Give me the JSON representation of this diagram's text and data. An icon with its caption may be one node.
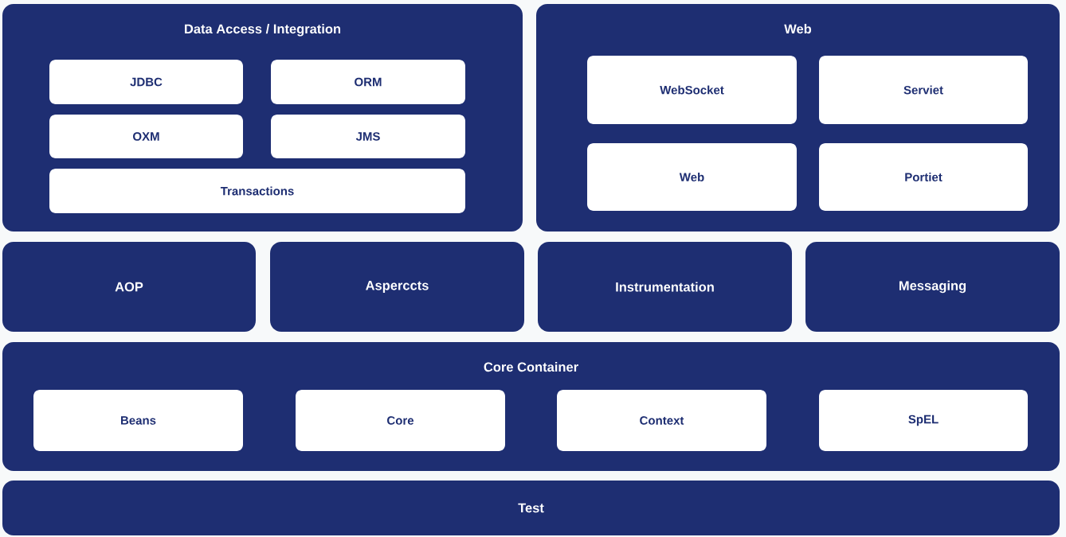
{
  "diagram": {
    "nodes": [
      {
        "text": [
          "Data Access / Integration"
        ]
      },
      {
        "text": [
          "JDBC"
        ],
        "in": 0
      },
      {
        "text": [
          "ORM"
        ],
        "in": 0
      },
      {
        "text": [
          "OXM"
        ],
        "in": 0
      },
      {
        "text": [
          "JMS"
        ],
        "in": 0
      },
      {
        "text": [
          "Transactions"
        ],
        "in": 0
      },
      {
        "text": [
          "Web"
        ]
      },
      {
        "text": [
          "WebSocket"
        ],
        "in": 6
      },
      {
        "text": [
          "Serviet"
        ],
        "in": 6
      },
      {
        "text": [
          "Web"
        ],
        "in": 6
      },
      {
        "text": [
          "Portiet"
        ],
        "in": 6
      },
      {
        "text": [
          "AOP"
        ]
      },
      {
        "text": [
          "Asperccts"
        ]
      },
      {
        "text": [
          "Instrumentation"
        ]
      },
      {
        "text": [
          "Messaging"
        ]
      },
      {
        "text": [
          "Core Container"
        ]
      },
      {
        "text": [
          "Beans"
        ],
        "in": 15
      },
      {
        "text": [
          "Core"
        ],
        "in": 15
      },
      {
        "text": [
          "Context"
        ],
        "in": 15
      },
      {
        "text": [
          "SpEL"
        ],
        "in": 15
      },
      {
        "text": [
          "Test"
        ]
      }
    ]
  }
}
